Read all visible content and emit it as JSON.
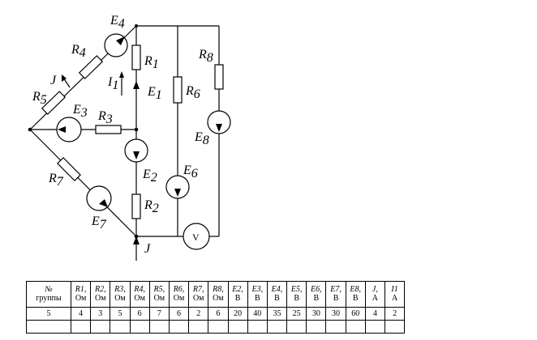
{
  "diagram": {
    "labels": {
      "E4": "E4",
      "R4": "R4",
      "R1": "R1",
      "R8": "R8",
      "J_upper": "J",
      "I1": "I1",
      "E1": "E1",
      "R5": "R5",
      "E3": "E3",
      "R3": "R3",
      "R6": "R6",
      "E8": "E8",
      "E2": "E2",
      "R7": "R7",
      "E6": "E6",
      "R2": "R2",
      "E7": "E7",
      "V": "V",
      "J_lower": "J"
    }
  },
  "table": {
    "header": [
      {
        "name": "№",
        "unit": "группы"
      },
      {
        "name": "R1,",
        "unit": "Ом"
      },
      {
        "name": "R2,",
        "unit": "Ом"
      },
      {
        "name": "R3,",
        "unit": "Ом"
      },
      {
        "name": "R4,",
        "unit": "Ом"
      },
      {
        "name": "R5,",
        "unit": "Ом"
      },
      {
        "name": "R6,",
        "unit": "Ом"
      },
      {
        "name": "R7,",
        "unit": "Ом"
      },
      {
        "name": "R8,",
        "unit": "Ом"
      },
      {
        "name": "E2,",
        "unit": "В"
      },
      {
        "name": "E3,",
        "unit": "В"
      },
      {
        "name": "E4,",
        "unit": "В"
      },
      {
        "name": "E5,",
        "unit": "В"
      },
      {
        "name": "E6,",
        "unit": "В"
      },
      {
        "name": "E7,",
        "unit": "В"
      },
      {
        "name": "E8,",
        "unit": "В"
      },
      {
        "name": "J,",
        "unit": "А"
      },
      {
        "name": "I1",
        "unit": "А"
      }
    ],
    "rows": [
      [
        "5",
        "4",
        "3",
        "5",
        "6",
        "7",
        "6",
        "2",
        "6",
        "20",
        "40",
        "35",
        "25",
        "30",
        "30",
        "60",
        "4",
        "2"
      ]
    ]
  }
}
